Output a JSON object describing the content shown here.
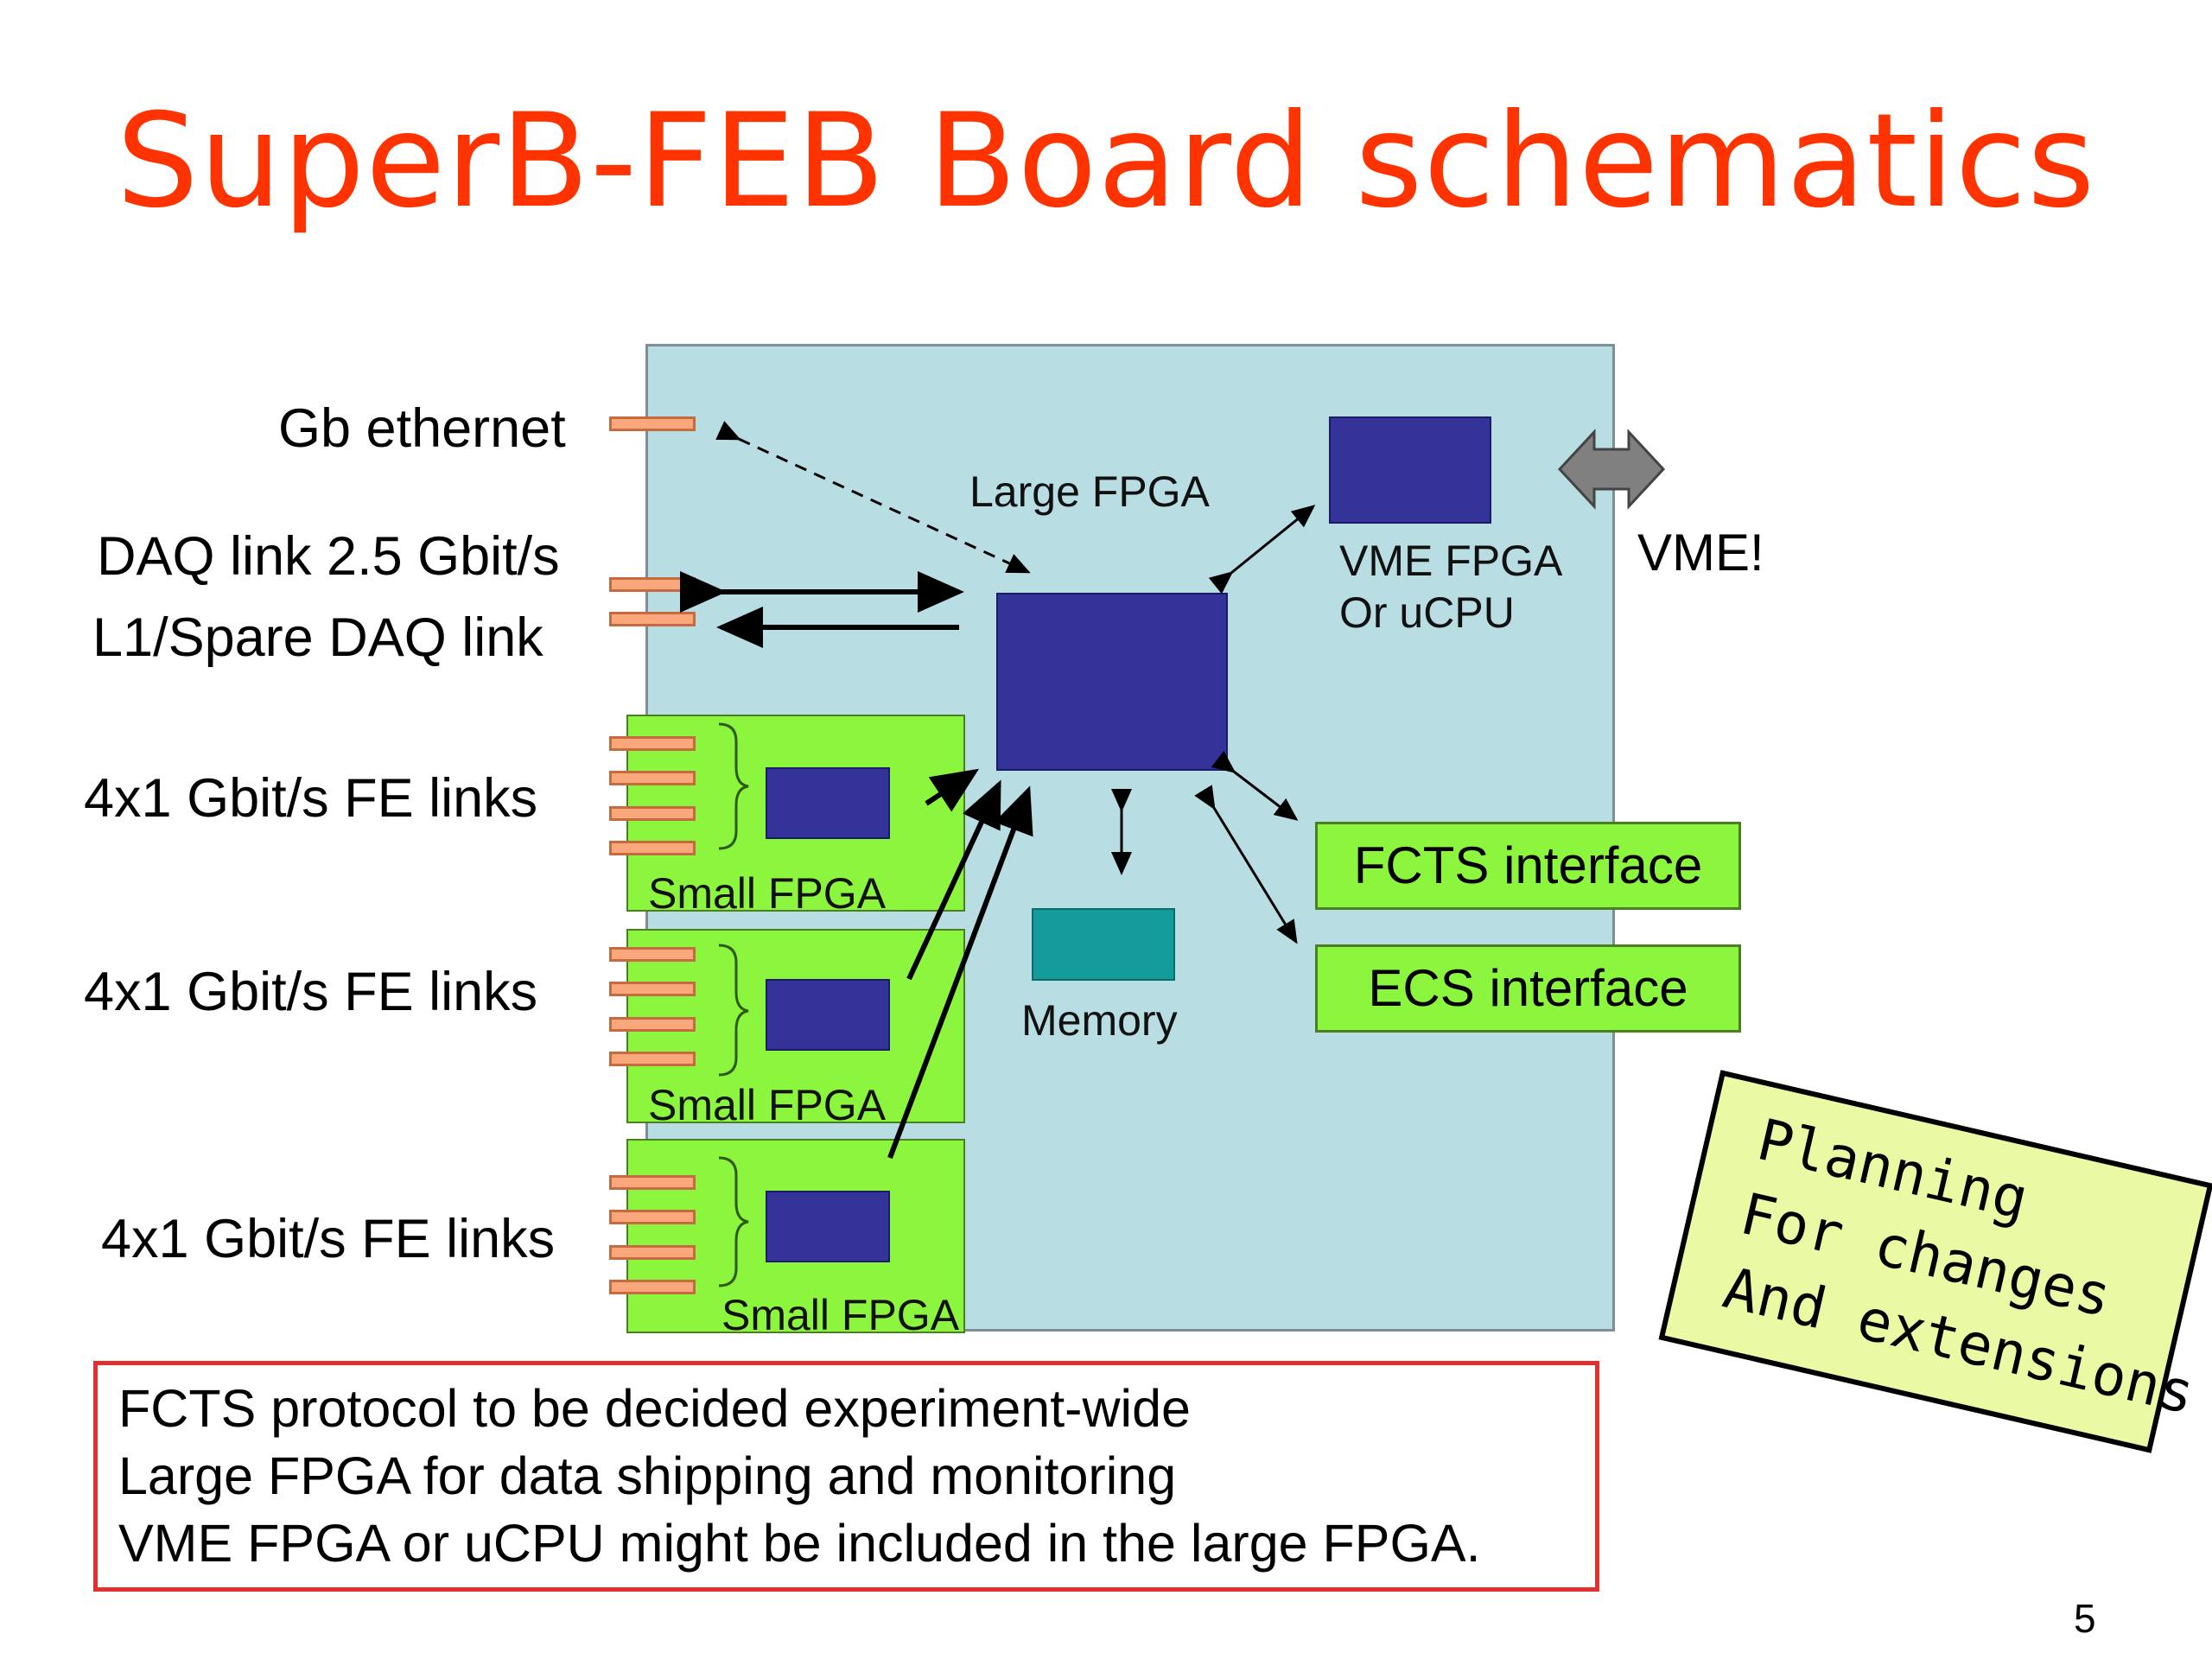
{
  "title": "SuperB-FEB Board schematics",
  "left_labels": {
    "gb_ethernet": "Gb ethernet",
    "daq_link": "DAQ link 2.5 Gbit/s",
    "l1_spare": "L1/Spare DAQ link",
    "fe_links_1": "4x1 Gbit/s FE links",
    "fe_links_2": "4x1 Gbit/s FE links",
    "fe_links_3": "4x1 Gbit/s FE links"
  },
  "board": {
    "large_fpga": "Large FPGA",
    "vme_fpga_line1": "VME FPGA",
    "vme_fpga_line2": "Or uCPU",
    "vme": "VME!",
    "memory": "Memory",
    "small_fpga_1": "Small FPGA",
    "small_fpga_2": "Small FPGA",
    "small_fpga_3": "Small FPGA",
    "fcts_interface": "FCTS interface",
    "ecs_interface": "ECS interface"
  },
  "notes": [
    "FCTS protocol to be decided experiment-wide",
    "Large FPGA for data shipping and monitoring",
    "VME FPGA or uCPU might be included in the large FPGA."
  ],
  "sticky_note": [
    "Planning",
    "For changes",
    "And extensions"
  ],
  "page_number": "5",
  "colors": {
    "title": "#ff3300",
    "board": "#b8dde2",
    "chip": "#333399",
    "green_board": "#8cf53e",
    "connector": "#f9a77b",
    "memory": "#139a9a",
    "note_border": "#e23030",
    "sticky": "#eafaa4",
    "vme_arrow": "#808080"
  }
}
